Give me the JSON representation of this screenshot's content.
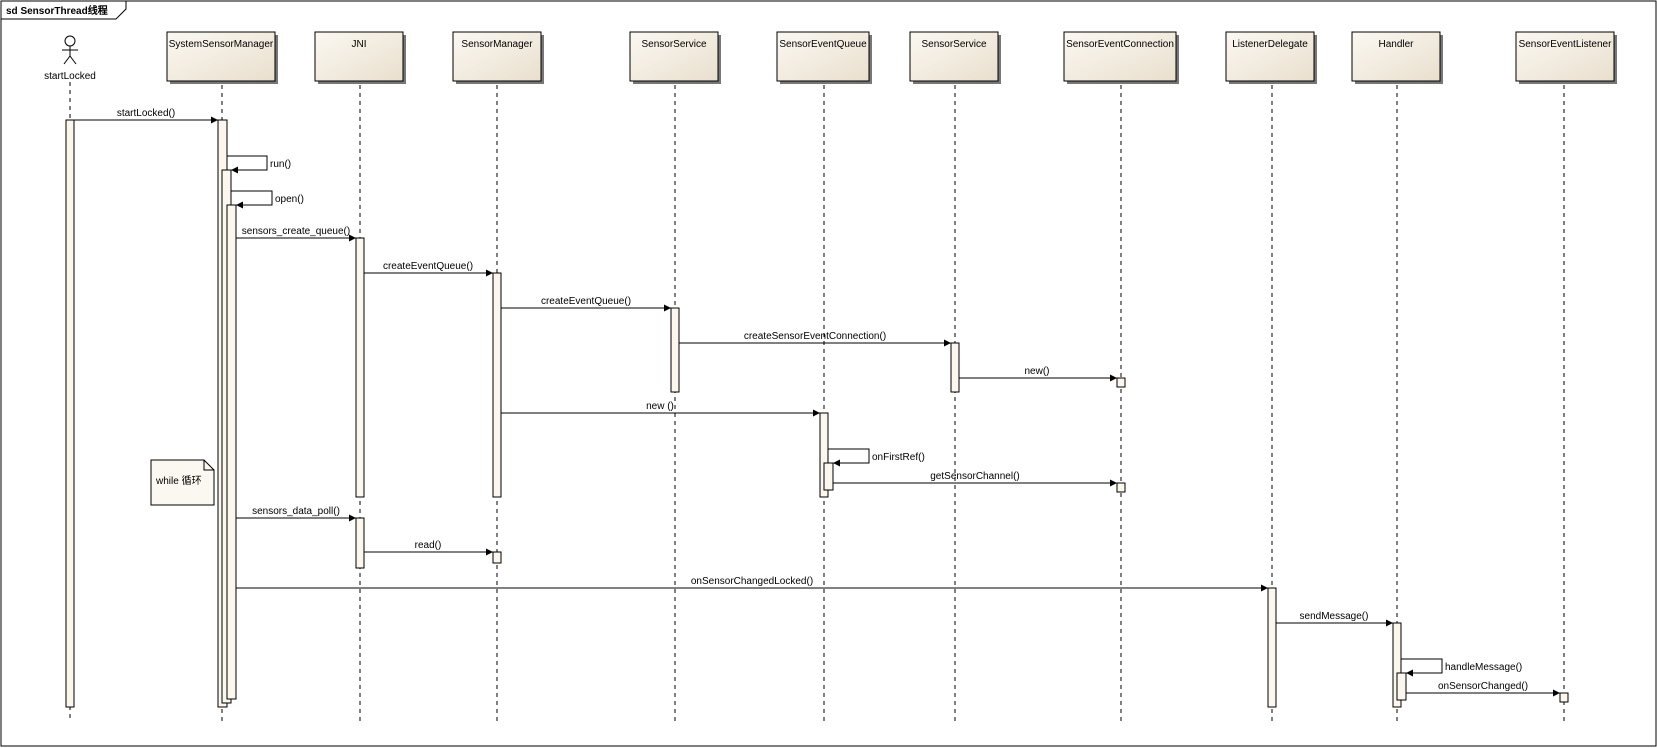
{
  "frame": {
    "title": "sd SensorThread线程"
  },
  "lifelines": [
    {
      "id": "actor",
      "label": "startLocked",
      "kind": "actor"
    },
    {
      "id": "ssm",
      "label": "SystemSensorManager",
      "kind": "object"
    },
    {
      "id": "jni",
      "label": "JNI",
      "kind": "object"
    },
    {
      "id": "sm",
      "label": "SensorManager",
      "kind": "object"
    },
    {
      "id": "ss1",
      "label": "SensorService",
      "kind": "object"
    },
    {
      "id": "seq",
      "label": "SensorEventQueue",
      "kind": "object"
    },
    {
      "id": "ss2",
      "label": "SensorService",
      "kind": "object"
    },
    {
      "id": "sec",
      "label": "SensorEventConnection",
      "kind": "object"
    },
    {
      "id": "ld",
      "label": "ListenerDelegate",
      "kind": "object"
    },
    {
      "id": "h",
      "label": "Handler",
      "kind": "object"
    },
    {
      "id": "sel",
      "label": "SensorEventListener",
      "kind": "object"
    }
  ],
  "messages": [
    {
      "label": "startLocked()",
      "from": "actor",
      "to": "ssm"
    },
    {
      "label": "run()",
      "from": "ssm",
      "to": "ssm"
    },
    {
      "label": "open()",
      "from": "ssm",
      "to": "ssm"
    },
    {
      "label": "sensors_create_queue()",
      "from": "ssm",
      "to": "jni"
    },
    {
      "label": "createEventQueue()",
      "from": "jni",
      "to": "sm"
    },
    {
      "label": "createEventQueue()",
      "from": "sm",
      "to": "ss1"
    },
    {
      "label": "createSensorEventConnection()",
      "from": "ss1",
      "to": "ss2"
    },
    {
      "label": "new()",
      "from": "ss2",
      "to": "sec"
    },
    {
      "label": "new ()",
      "from": "sm",
      "to": "seq"
    },
    {
      "label": "onFirstRef()",
      "from": "seq",
      "to": "seq"
    },
    {
      "label": "getSensorChannel()",
      "from": "seq",
      "to": "sec"
    },
    {
      "label": "sensors_data_poll()",
      "from": "ssm",
      "to": "jni"
    },
    {
      "label": "read()",
      "from": "jni",
      "to": "sm"
    },
    {
      "label": "onSensorChangedLocked()",
      "from": "ssm",
      "to": "ld"
    },
    {
      "label": "sendMessage()",
      "from": "ld",
      "to": "h"
    },
    {
      "label": "handleMessage()",
      "from": "h",
      "to": "h"
    },
    {
      "label": "onSensorChanged()",
      "from": "h",
      "to": "sel"
    }
  ],
  "note": {
    "text": "while 循环"
  },
  "colors": {
    "box_fill": "#f5efe3",
    "box_fill_dark": "#e6dccb",
    "activation_fill": "#fbf6ee",
    "line": "#000000"
  }
}
